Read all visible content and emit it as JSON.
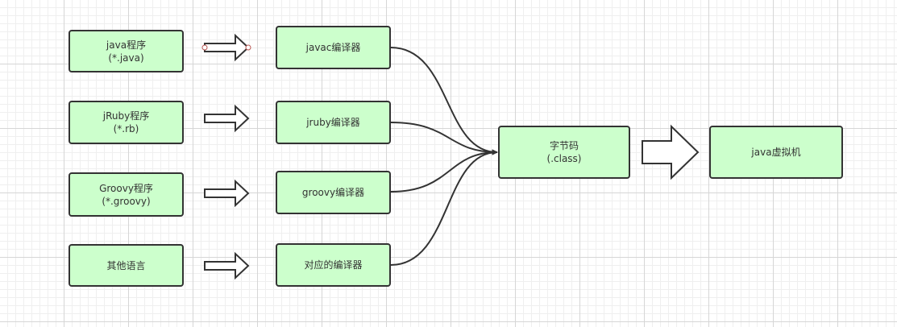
{
  "sources": [
    {
      "name": "java程序",
      "ext": "(*.java)"
    },
    {
      "name": "jRuby程序",
      "ext": "(*.rb)"
    },
    {
      "name": "Groovy程序",
      "ext": "(*.groovy)"
    },
    {
      "name": "其他语言",
      "ext": ""
    }
  ],
  "compilers": [
    "javac编译器",
    "jruby编译器",
    "groovy编译器",
    "对应的编译器"
  ],
  "bytecode": {
    "name": "字节码",
    "ext": "(.class)"
  },
  "jvm": "java虚拟机",
  "colors": {
    "box_fill": "#ccffcc",
    "stroke": "#333333"
  }
}
